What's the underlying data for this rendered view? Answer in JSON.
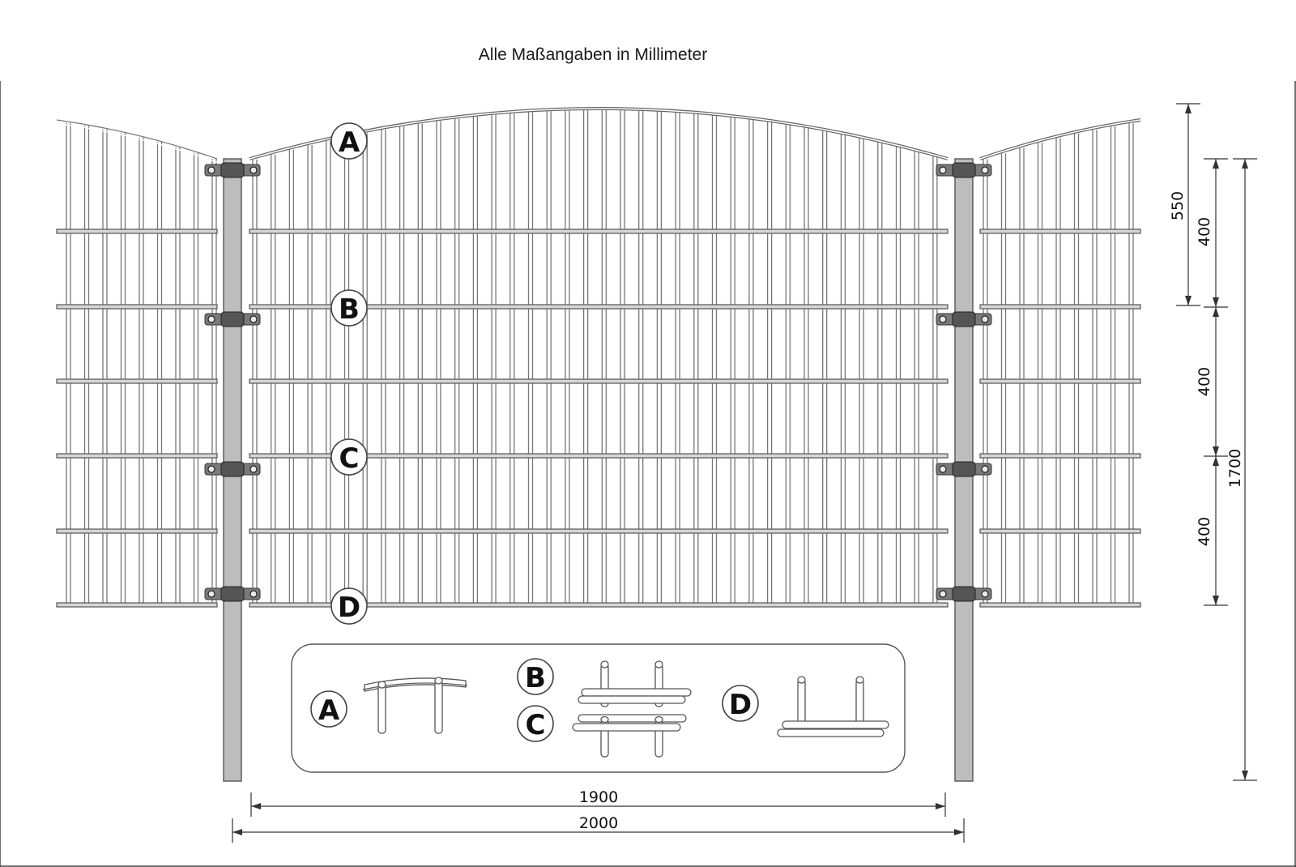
{
  "title": "Alle Maßangaben in Millimeter",
  "markers": {
    "a": "A",
    "b": "B",
    "c": "C",
    "d": "D"
  },
  "dimensions": {
    "width_panel": "1900",
    "width_total": "2000",
    "height_top": "550",
    "height_seg1": "400",
    "height_seg2": "400",
    "height_seg3": "400",
    "height_total": "1700"
  },
  "colors": {
    "post": "#bdbdbd",
    "clamp": "#7a7a7a",
    "line": "#555555"
  }
}
